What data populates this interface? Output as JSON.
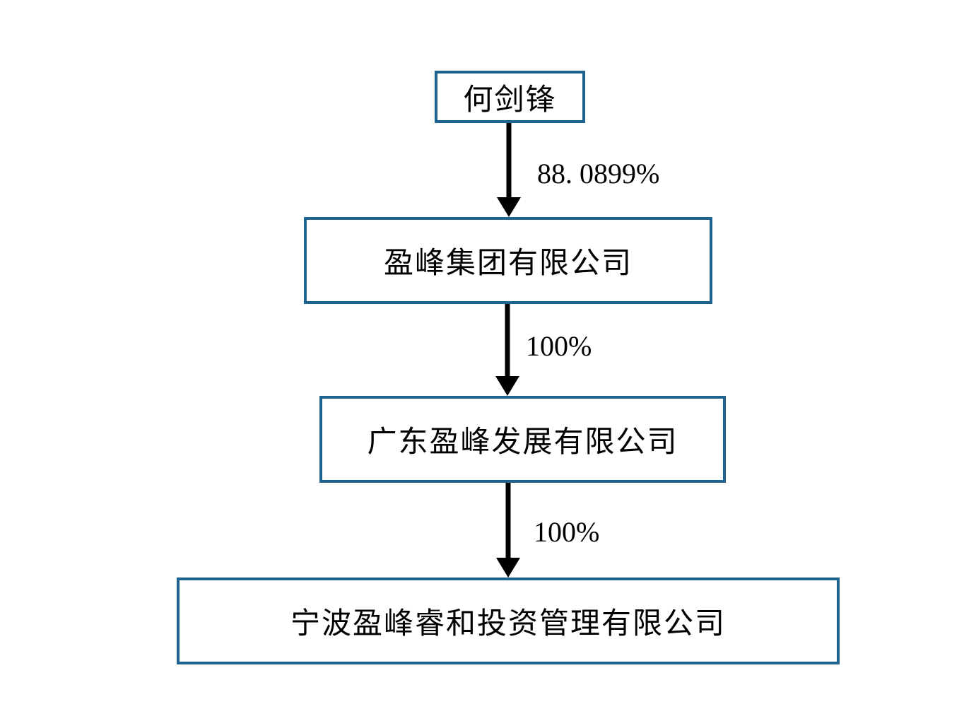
{
  "diagram": {
    "type": "ownership-structure-flowchart",
    "background_color": "#ffffff",
    "box_border_color": "#1f6391",
    "arrow_color": "#000000",
    "nodes": [
      {
        "id": "he-jianfeng",
        "label": "何剑锋"
      },
      {
        "id": "yingfeng-group",
        "label": "盈峰集团有限公司"
      },
      {
        "id": "guangdong-yingfeng-development",
        "label": "广东盈峰发展有限公司"
      },
      {
        "id": "ningbo-yingfeng-ruihe-investment",
        "label": "宁波盈峰睿和投资管理有限公司"
      }
    ],
    "edges": [
      {
        "from": "he-jianfeng",
        "to": "yingfeng-group",
        "label": "88. 0899%"
      },
      {
        "from": "yingfeng-group",
        "to": "guangdong-yingfeng-development",
        "label": "100%"
      },
      {
        "from": "guangdong-yingfeng-development",
        "to": "ningbo-yingfeng-ruihe-investment",
        "label": "100%"
      }
    ]
  }
}
